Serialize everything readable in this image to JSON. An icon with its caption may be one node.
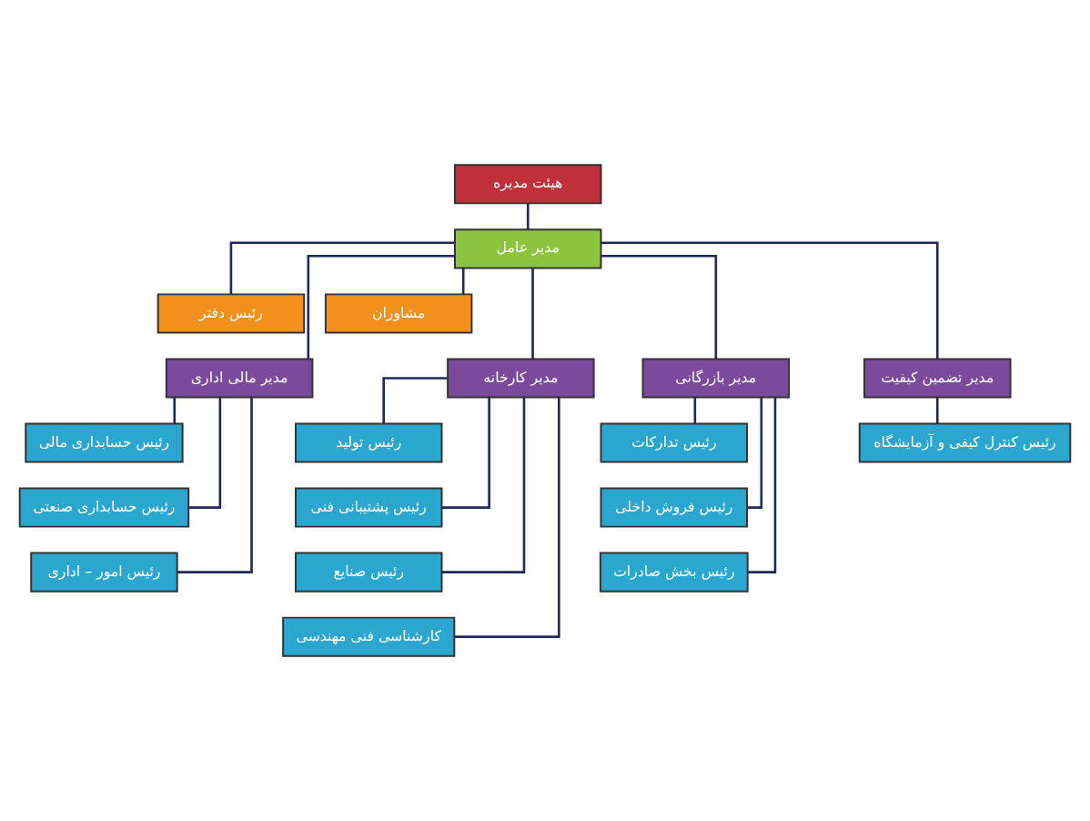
{
  "diagram": {
    "nodes": [
      {
        "text": [
          "هیئت مدیره"
        ]
      },
      {
        "text": [
          "مدیر عامل"
        ]
      },
      {
        "text": [
          "رئیس دفتر"
        ]
      },
      {
        "text": [
          "مشاوران"
        ]
      },
      {
        "text": [
          "مدیر مالی اداری"
        ]
      },
      {
        "text": [
          "مدیر کارخانه"
        ]
      },
      {
        "text": [
          "مدیر بازرگانی"
        ]
      },
      {
        "text": [
          "مدیر تضمین کیفیت"
        ]
      },
      {
        "text": [
          "رئیس حسابداری مالی"
        ]
      },
      {
        "text": [
          "رئیس حسابداری صنعتی"
        ]
      },
      {
        "text": [
          "رئیس امور – اداری"
        ]
      },
      {
        "text": [
          "رئیس تولید"
        ]
      },
      {
        "text": [
          "رئیس پشتیبانی فنی"
        ]
      },
      {
        "text": [
          "رئیس صنایع"
        ]
      },
      {
        "text": [
          "کارشناسی فنی مهندسی"
        ]
      },
      {
        "text": [
          "رئیس تدارکات"
        ]
      },
      {
        "text": [
          "رئیس فروش داخلی"
        ]
      },
      {
        "text": [
          "رئیس بخش صادرات"
        ]
      },
      {
        "text": [
          "رئیس کنترل کیفی و آزمایشگاه"
        ]
      }
    ],
    "edges": [
      {
        "from": 0,
        "to": 1,
        "arrow": "none"
      },
      {
        "from": 1,
        "to": 2,
        "arrow": "none"
      },
      {
        "from": 1,
        "to": 3,
        "arrow": "none"
      },
      {
        "from": 1,
        "to": 4,
        "arrow": "none"
      },
      {
        "from": 1,
        "to": 5,
        "arrow": "none"
      },
      {
        "from": 1,
        "to": 6,
        "arrow": "none"
      },
      {
        "from": 1,
        "to": 7,
        "arrow": "none"
      },
      {
        "from": 4,
        "to": 8,
        "arrow": "none"
      },
      {
        "from": 4,
        "to": 9,
        "arrow": "none"
      },
      {
        "from": 4,
        "to": 10,
        "arrow": "none"
      },
      {
        "from": 5,
        "to": 11,
        "arrow": "none"
      },
      {
        "from": 5,
        "to": 12,
        "arrow": "none"
      },
      {
        "from": 5,
        "to": 13,
        "arrow": "none"
      },
      {
        "from": 5,
        "to": 14,
        "arrow": "none"
      },
      {
        "from": 6,
        "to": 15,
        "arrow": "none"
      },
      {
        "from": 6,
        "to": 16,
        "arrow": "none"
      },
      {
        "from": 6,
        "to": 17,
        "arrow": "none"
      },
      {
        "from": 7,
        "to": 18,
        "arrow": "none"
      }
    ]
  }
}
